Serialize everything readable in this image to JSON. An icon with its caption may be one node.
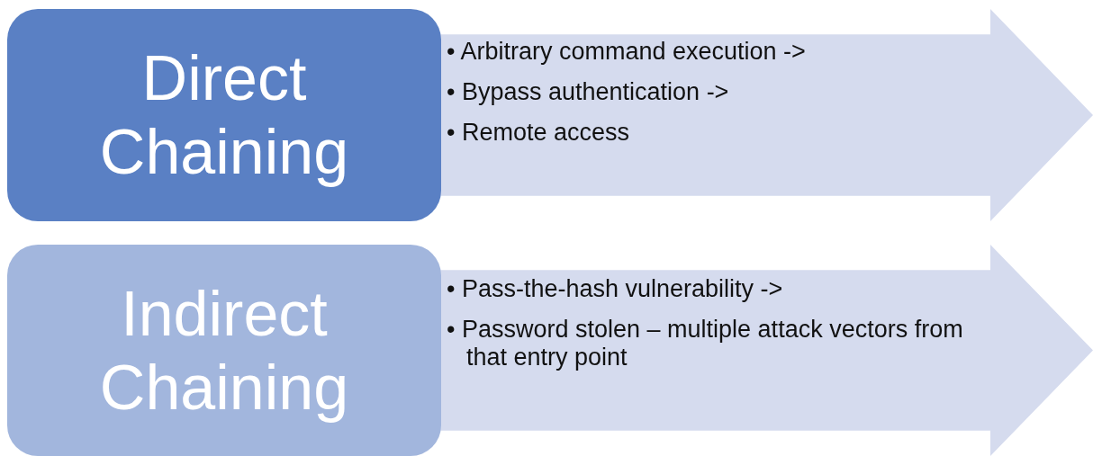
{
  "diagram": {
    "nodes": [
      {
        "text": [
          "Direct Chaining"
        ]
      },
      {
        "text": [
          "• Arbitrary command execution ->",
          "• Bypass authentication ->",
          "• Remote access"
        ]
      },
      {
        "text": [
          "Indirect Chaining"
        ]
      },
      {
        "text": [
          "• Pass-the-hash vulnerability ->",
          "• Password stolen – multiple attack vectors from that entry point"
        ]
      }
    ]
  }
}
